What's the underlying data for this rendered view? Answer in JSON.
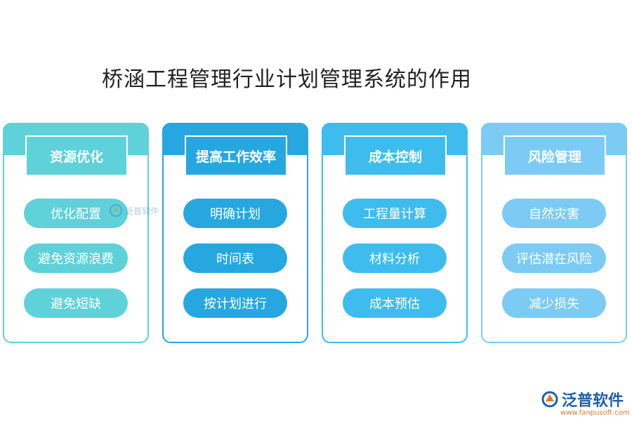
{
  "title": "桥涵工程管理行业计划管理系统的作用",
  "columns": [
    {
      "heading": "资源优化",
      "items": [
        "优化配置",
        "避免资源浪费",
        "避免短缺"
      ]
    },
    {
      "heading": "提高工作效率",
      "items": [
        "明确计划",
        "时间表",
        "按计划进行"
      ]
    },
    {
      "heading": "成本控制",
      "items": [
        "工程量计算",
        "材料分析",
        "成本预估"
      ]
    },
    {
      "heading": "风险管理",
      "items": [
        "自然灾害",
        "评估潜在风险",
        "减少损失"
      ]
    }
  ],
  "watermark": {
    "text": "泛普软件"
  },
  "logo": {
    "name": "泛普软件",
    "url": "www.fanpusoft.com"
  },
  "colors": {
    "col1": "#5ed1d9",
    "col2": "#27a7e0",
    "col3": "#3fbcee",
    "col4": "#7ccbf4"
  }
}
